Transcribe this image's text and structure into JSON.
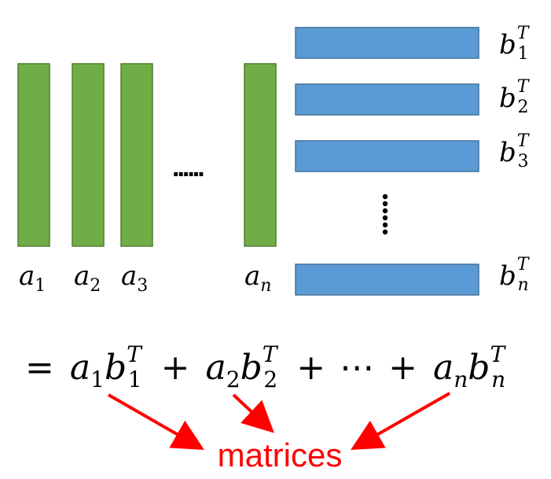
{
  "colors": {
    "column_fill": "#70AD47",
    "column_stroke": "#507E32",
    "row_fill": "#5B9BD5",
    "row_stroke": "#41719C",
    "arrow": "#FF0000",
    "label_text": "#FF0000"
  },
  "columns": [
    {
      "var": "a",
      "sub": "1"
    },
    {
      "var": "a",
      "sub": "2"
    },
    {
      "var": "a",
      "sub": "3"
    },
    {
      "var": "a",
      "sub": "n"
    }
  ],
  "rows": [
    {
      "var": "b",
      "sub": "1",
      "sup": "T"
    },
    {
      "var": "b",
      "sub": "2",
      "sup": "T"
    },
    {
      "var": "b",
      "sub": "3",
      "sup": "T"
    },
    {
      "var": "b",
      "sub": "n",
      "sup": "T"
    }
  ],
  "ellipsis_horizontal": "......",
  "ellipsis_vertical": "......",
  "equation": {
    "equals": "=",
    "plus": "+",
    "cdots": "⋯",
    "terms": [
      {
        "a": "a",
        "a_sub": "1",
        "b": "b",
        "b_sub": "1",
        "b_sup": "T"
      },
      {
        "a": "a",
        "a_sub": "2",
        "b": "b",
        "b_sub": "2",
        "b_sup": "T"
      },
      {
        "a": "a",
        "a_sub": "n",
        "b": "b",
        "b_sub": "n",
        "b_sup": "T"
      }
    ]
  },
  "result_label": "matrices"
}
